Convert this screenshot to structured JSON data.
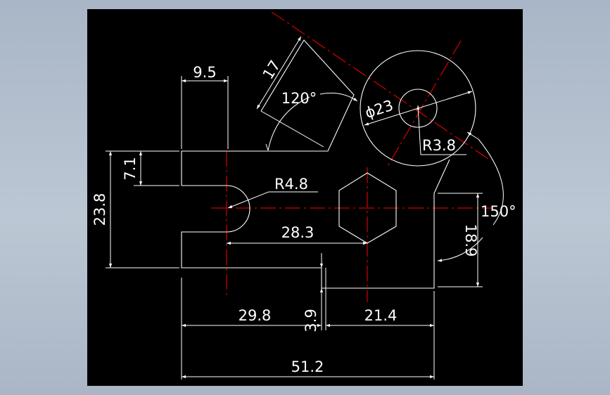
{
  "drawing": {
    "background": "#000000",
    "geometry_color": "#ffffff",
    "centerline_color": "#ff0000",
    "dimensions": {
      "d9_5": "9.5",
      "d17": "17",
      "a120": "120°",
      "phi23": "ϕ23",
      "r3_8": "R3.8",
      "d7_1": "7.1",
      "d23_8": "23.8",
      "r4_8": "R4.8",
      "d28_3": "28.3",
      "a150": "150°",
      "d18_9": "18.9",
      "d29_8": "29.8",
      "d3_9": "3.9",
      "d21_4": "21.4",
      "d51_2": "51.2"
    }
  }
}
